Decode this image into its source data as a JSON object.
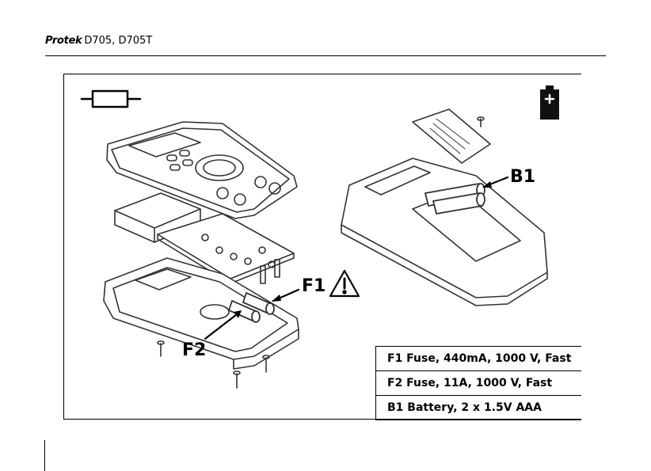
{
  "header": {
    "brand": "Protek",
    "model": "D705, D705T"
  },
  "figure": {
    "labels": {
      "f1": "F1",
      "f2": "F2",
      "b1": "B1"
    },
    "icons": [
      "fuse-icon",
      "battery-icon",
      "warning-triangle-icon"
    ]
  },
  "specs": [
    "F1 Fuse, 440mA, 1000 V, Fast",
    "F2 Fuse, 11A, 1000 V, Fast",
    "B1 Battery, 2 x 1.5V AAA"
  ]
}
